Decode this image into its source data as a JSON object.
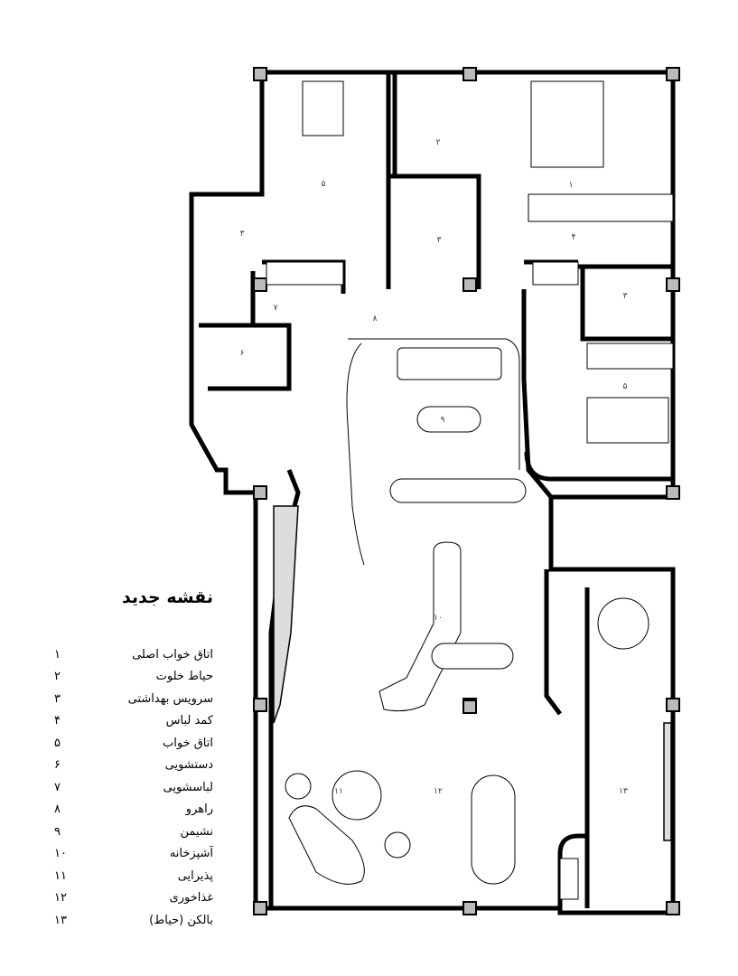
{
  "legend": {
    "title": "نقشه جدید",
    "items": [
      {
        "num": "۱",
        "name": "اتاق خواب اصلی"
      },
      {
        "num": "۲",
        "name": "حیاط خلوت"
      },
      {
        "num": "۳",
        "name": "سرویس بهداشتی"
      },
      {
        "num": "۴",
        "name": "کمد لباس"
      },
      {
        "num": "۵",
        "name": "اتاق خواب"
      },
      {
        "num": "۶",
        "name": "دستشویی"
      },
      {
        "num": "۷",
        "name": "لباسشویی"
      },
      {
        "num": "۸",
        "name": "راهرو"
      },
      {
        "num": "۹",
        "name": "نشیمن"
      },
      {
        "num": "۱۰",
        "name": "آشپزخانه"
      },
      {
        "num": "۱۱",
        "name": "پذیرایی"
      },
      {
        "num": "۱۲",
        "name": "غذاخوری"
      },
      {
        "num": "۱۳",
        "name": "بالکن (حیاط)"
      }
    ]
  },
  "plan_labels": {
    "bedroom_a": "۵",
    "yard": "۲",
    "master": "۱",
    "closet": "۴",
    "wc_left": "۳",
    "wc_mid": "۳",
    "wc_right": "۳",
    "laundry": "۷",
    "hall": "۸",
    "washroom": "۶",
    "bedroom_b": "۵",
    "living": "۹",
    "kitchen": "۱۰",
    "reception": "۱۱",
    "dining": "۱۲",
    "balcony": "۱۳"
  }
}
